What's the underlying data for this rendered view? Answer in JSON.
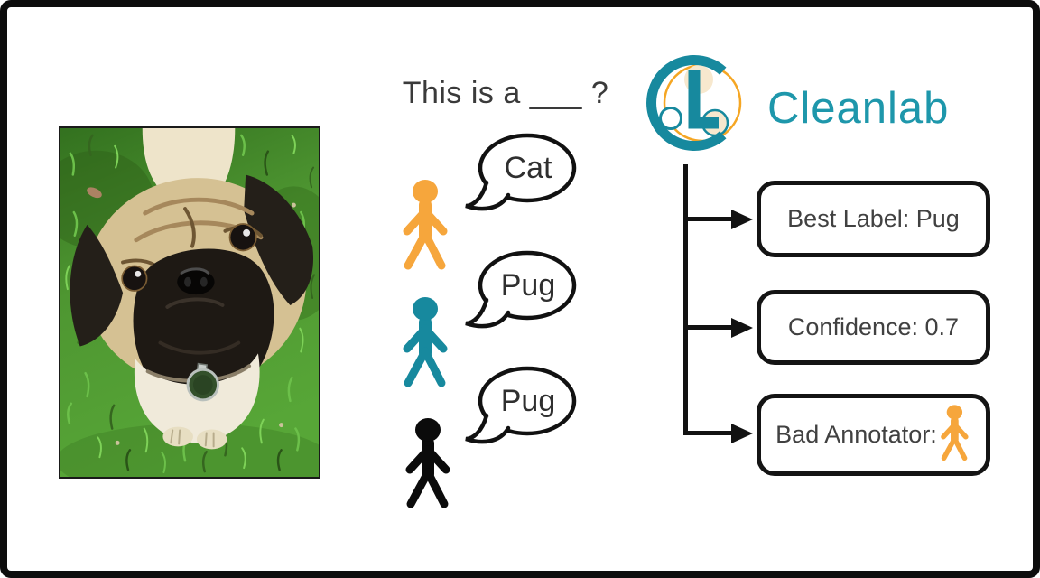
{
  "question": {
    "text": "This is a ___ ?"
  },
  "annotators": [
    {
      "name": "annotator-orange",
      "color": "#F6A63C",
      "answer": "Cat"
    },
    {
      "name": "annotator-teal",
      "color": "#17899E",
      "answer": "Pug"
    },
    {
      "name": "annotator-black",
      "color": "#0B0B0B",
      "answer": "Pug"
    }
  ],
  "brand": {
    "name": "Cleanlab",
    "wordmark_color": "#1E97AB",
    "icon_teal": "#17899E",
    "icon_orange_ring": "#F5A623",
    "icon_beige": "#F7E8CE"
  },
  "results": [
    {
      "label": "Best Label: Pug"
    },
    {
      "label": "Confidence: 0.7"
    },
    {
      "label": "Bad Annotator:",
      "icon": "bad-annotator-figure",
      "icon_color": "#F6A63C"
    }
  ],
  "photo": {
    "subject": "Pug dog sitting on grass looking up"
  }
}
